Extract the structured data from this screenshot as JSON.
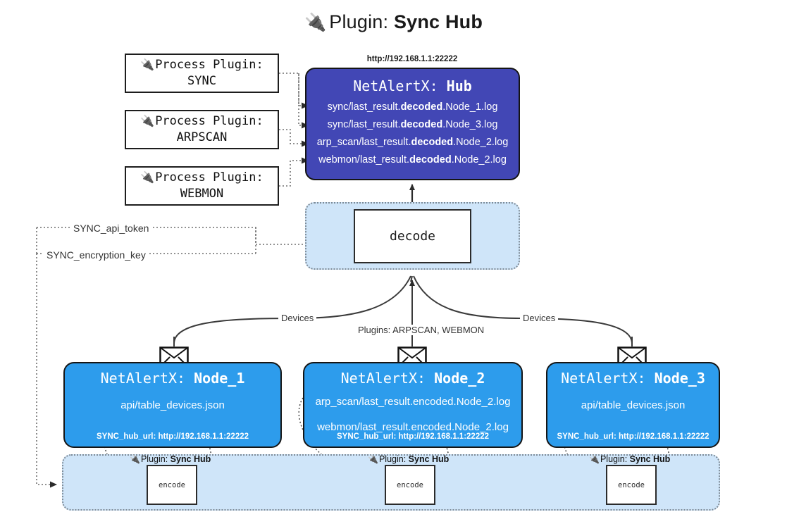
{
  "title": {
    "icon": "electric-plug-icon",
    "prefix": "Plugin:",
    "name": "Sync Hub",
    "glyph": "🔌"
  },
  "process_plugins": [
    {
      "id": "sync",
      "line1": "Process Plugin:",
      "line2": "SYNC"
    },
    {
      "id": "arpscan",
      "line1": "Process Plugin:",
      "line2": "ARPSCAN"
    },
    {
      "id": "webmon",
      "line1": "Process Plugin:",
      "line2": "WEBMON"
    }
  ],
  "hub": {
    "url": "http://192.168.1.1:22222",
    "title_prefix": "NetAlertX:",
    "title_name": "Hub",
    "logs": [
      {
        "pre": "sync/last_result.",
        "bold": "decoded",
        "post": ".Node_1.log"
      },
      {
        "pre": "sync/last_result.",
        "bold": "decoded",
        "post": ".Node_3.log"
      },
      {
        "pre": "arp_scan/last_result.",
        "bold": "decoded",
        "post": ".Node_2.log"
      },
      {
        "pre": "webmon/last_result.",
        "bold": "decoded",
        "post": ".Node_2.log"
      }
    ]
  },
  "decode": {
    "label": "decode"
  },
  "edge_labels": {
    "api_token": "SYNC_api_token",
    "encryption_key": "SYNC_encryption_key",
    "devices_left": "Devices",
    "devices_right": "Devices",
    "plugins_mid": "Plugins: ARPSCAN, WEBMON"
  },
  "nodes": [
    {
      "id": "node-1",
      "title_prefix": "NetAlertX:",
      "title_name": "Node_1",
      "lines": [
        "api/table_devices.json"
      ],
      "footer": "SYNC_hub_url: http://192.168.1.1:22222"
    },
    {
      "id": "node-2",
      "title_prefix": "NetAlertX:",
      "title_name": "Node_2",
      "lines": [
        "arp_scan/last_result.encoded.Node_2.log",
        "webmon/last_result.encoded.Node_2.log"
      ],
      "footer": "SYNC_hub_url: http://192.168.1.1:22222"
    },
    {
      "id": "node-3",
      "title_prefix": "NetAlertX:",
      "title_name": "Node_3",
      "lines": [
        "api/table_devices.json"
      ],
      "footer": "SYNC_hub_url: http://192.168.1.1:22222"
    }
  ],
  "encode_sections": [
    {
      "id": "encode-1",
      "plugin_prefix": "Plugin:",
      "plugin_name": "Sync Hub",
      "label": "encode"
    },
    {
      "id": "encode-2",
      "plugin_prefix": "Plugin:",
      "plugin_name": "Sync Hub",
      "label": "encode"
    },
    {
      "id": "encode-3",
      "plugin_prefix": "Plugin:",
      "plugin_name": "Sync Hub",
      "label": "encode"
    }
  ],
  "colors": {
    "hub_blue": "#4247b5",
    "node_blue": "#2d9cec",
    "container_blue": "#cfe5f9",
    "line_dark": "#3a3a3a",
    "border_dark": "#151515"
  }
}
